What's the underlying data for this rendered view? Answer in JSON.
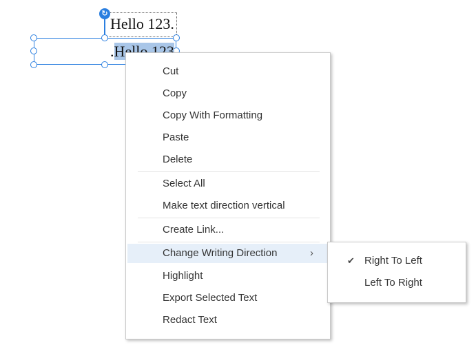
{
  "canvas": {
    "top_text": "Hello 123.",
    "selected_text_prefix": ".",
    "selected_text_highlight": "Hello 123",
    "selection_color": "#2b7fe0"
  },
  "context_menu": {
    "items": [
      {
        "label": "Cut"
      },
      {
        "label": "Copy"
      },
      {
        "label": "Copy With Formatting"
      },
      {
        "label": "Paste"
      },
      {
        "label": "Delete"
      },
      {
        "label": "Select All"
      },
      {
        "label": "Make text direction vertical"
      },
      {
        "label": "Create Link..."
      },
      {
        "label": "Change Writing Direction",
        "submenu_icon": "chevron-right-icon",
        "active": true
      },
      {
        "label": "Highlight"
      },
      {
        "label": "Export Selected Text"
      },
      {
        "label": "Redact Text"
      }
    ],
    "active_bg": "#e6eff9"
  },
  "submenu": {
    "items": [
      {
        "label": "Right To Left",
        "checked": true,
        "icon": "checkmark-icon"
      },
      {
        "label": "Left To Right",
        "checked": false
      }
    ]
  }
}
